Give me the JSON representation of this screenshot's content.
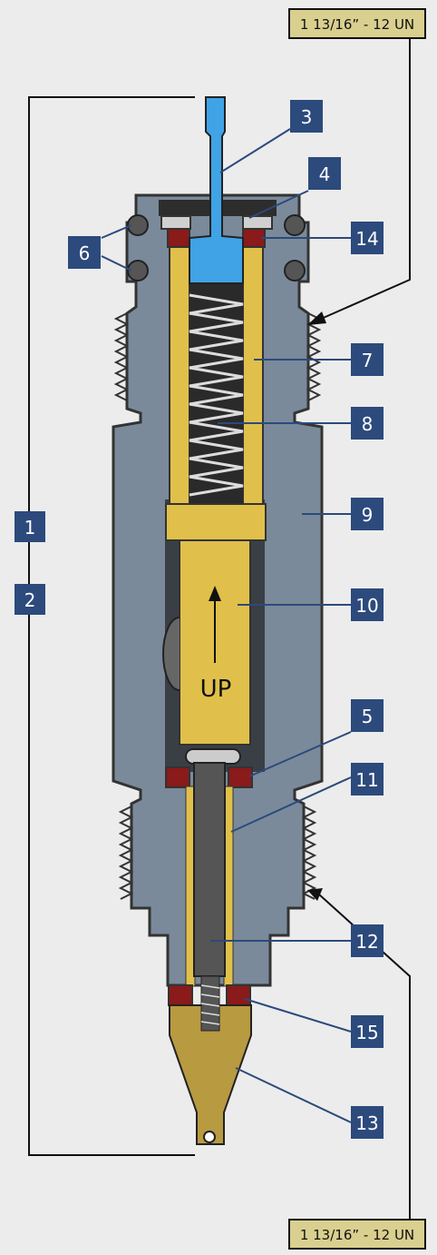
{
  "colors": {
    "background": "#ececec",
    "body_gray": "#7a8a9a",
    "yellow_sleeve": "#e0c04a",
    "stem_blue": "#3fa3e6",
    "tip_brass": "#b89a40",
    "seal_red": "#8b1a1a",
    "dark_rod": "#555555",
    "callout_box": "#2c4a7c",
    "thread_box": "#d9cf8f"
  },
  "thread_spec_top": "1 13/16” - 12 UN",
  "thread_spec_bottom": "1 13/16” - 12 UN",
  "flow_direction": "UP",
  "callouts": {
    "c1": "1",
    "c2": "2",
    "c3": "3",
    "c4": "4",
    "c5": "5",
    "c6": "6",
    "c7": "7",
    "c8": "8",
    "c9": "9",
    "c10": "10",
    "c11": "11",
    "c12": "12",
    "c13": "13",
    "c14": "14",
    "c15": "15"
  }
}
